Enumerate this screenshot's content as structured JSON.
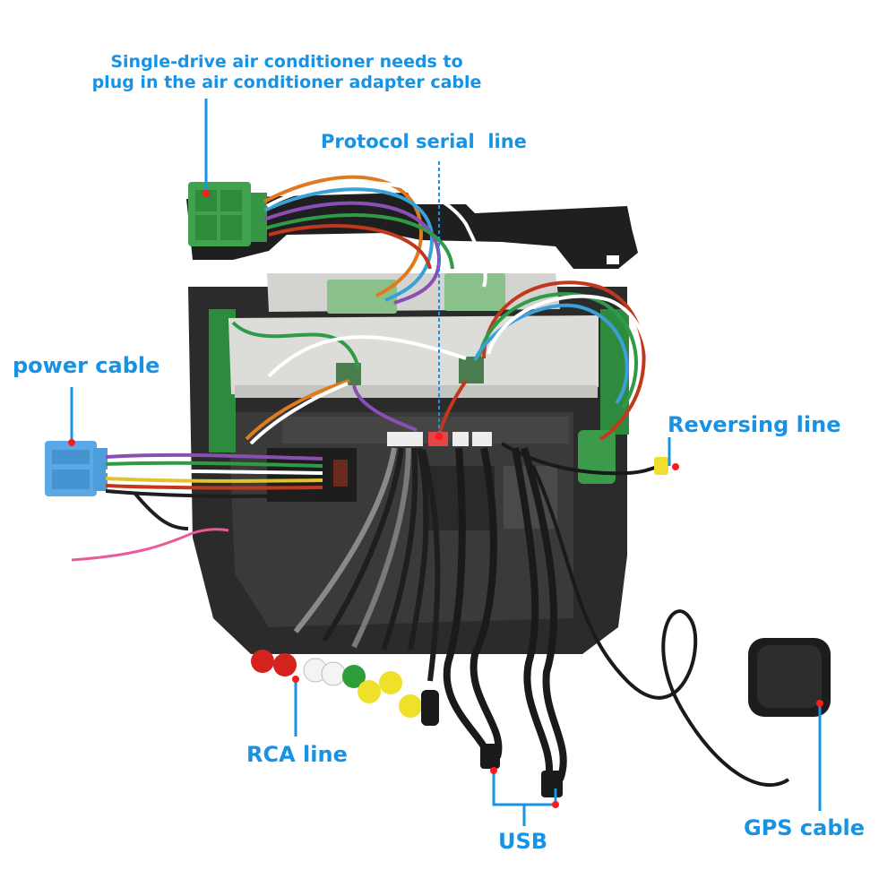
{
  "labels": {
    "ac_adapter_line1": "Single-drive air conditioner needs to",
    "ac_adapter_line2": "plug in the air conditioner adapter cable",
    "protocol": "Protocol serial  line",
    "power": "power cable",
    "reversing": "Reversing line",
    "rca": "RCA line",
    "usb": "USB",
    "gps": "GPS cable"
  },
  "colors": {
    "label_text": "#1793e6",
    "callout_line": "#1793e6",
    "marker_dot": "#ff1a1a",
    "pcb_green": "#2e8b3e",
    "frame": "#2a2a2a",
    "shield": "#d9d9d6",
    "power_connector": "#5aa9e6",
    "ac_connector": "#3fa34d"
  }
}
